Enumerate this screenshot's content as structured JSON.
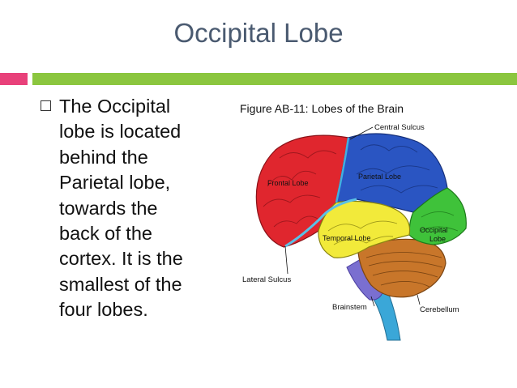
{
  "slide": {
    "title": "Occipital Lobe",
    "accent_colors": {
      "pink": "#e8417a",
      "green": "#8bc63f",
      "title": "#4a5a70"
    }
  },
  "content": {
    "bullet_icon": "square-bullet-icon",
    "bullet_text": "The Occipital\nlobe is located\nbehind the\nParietal lobe,\ntowards the\nback of the\ncortex. It is the\nsmallest of the\nfour lobes."
  },
  "figure": {
    "title": "Figure AB-11: Lobes of the Brain",
    "labels": {
      "central_sulcus": "Central Sulcus",
      "frontal": "Frontal Lobe",
      "parietal": "Parietal Lobe",
      "occipital_1": "Occipital",
      "occipital_2": "Lobe",
      "temporal": "Temporal Lobe",
      "lateral_sulcus": "Lateral Sulcus",
      "brainstem": "Brainstem",
      "cerebellum": "Cerebellum"
    },
    "lobe_colors": {
      "frontal": "#e0262e",
      "parietal": "#2a55c2",
      "occipital": "#3fc23a",
      "temporal": "#f2ea3a",
      "cerebellum": "#c8762a",
      "brainstem": "#7a6fd0",
      "spinal_cord": "#3aa7d8"
    }
  }
}
